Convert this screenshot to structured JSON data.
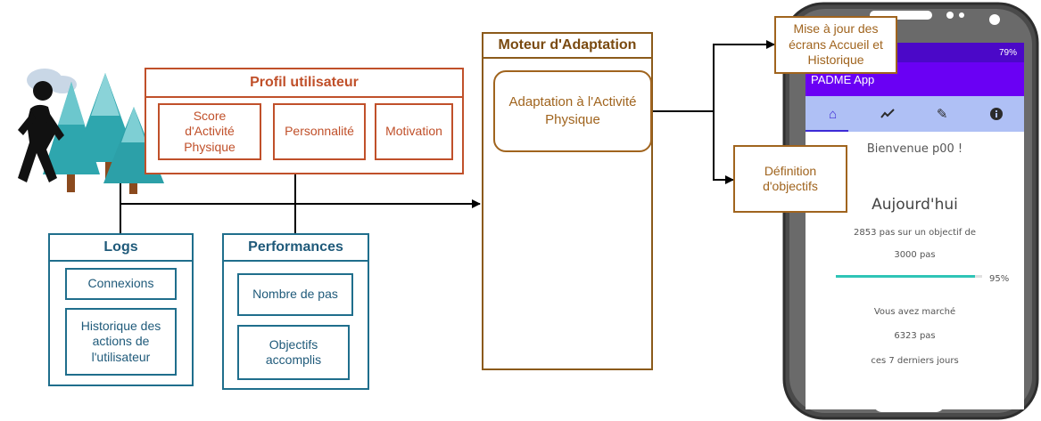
{
  "profil": {
    "title": "Profil utilisateur",
    "items": [
      "Score d'Activité Physique",
      "Personnalité",
      "Motivation"
    ]
  },
  "logs": {
    "title": "Logs",
    "items": [
      "Connexions",
      "Historique des actions de l'utilisateur"
    ]
  },
  "performances": {
    "title": "Performances",
    "items": [
      "Nombre de pas",
      "Objectifs accomplis"
    ]
  },
  "moteur": {
    "title": "Moteur d'Adaptation",
    "item": "Adaptation à l'Activité Physique"
  },
  "outputs": {
    "mise_a_jour": "Mise à jour des écrans Accueil et Historique",
    "definition": "Définition d'objectifs"
  },
  "phone": {
    "status_text": "79%",
    "app_title": "PADME App",
    "tab_icons": [
      "home-icon",
      "trend-icon",
      "pencil-icon",
      "info-icon"
    ],
    "welcome": "Bienvenue p00 !",
    "today": "Aujourd'hui",
    "steps_line1": "2853 pas sur un objectif de",
    "steps_line2": "3000 pas",
    "progress_fraction": 0.95,
    "progress_label": "95%",
    "walked_line1": "Vous avez marché",
    "walked_line2": "6323 pas",
    "walked_line3": "ces 7 derniers jours"
  },
  "colors": {
    "profil": "#C0502A",
    "logs": "#1F6E8C",
    "moteur": "#8B5A1A",
    "app_bar": "#6A00F4",
    "progress": "#2EC4B6"
  }
}
